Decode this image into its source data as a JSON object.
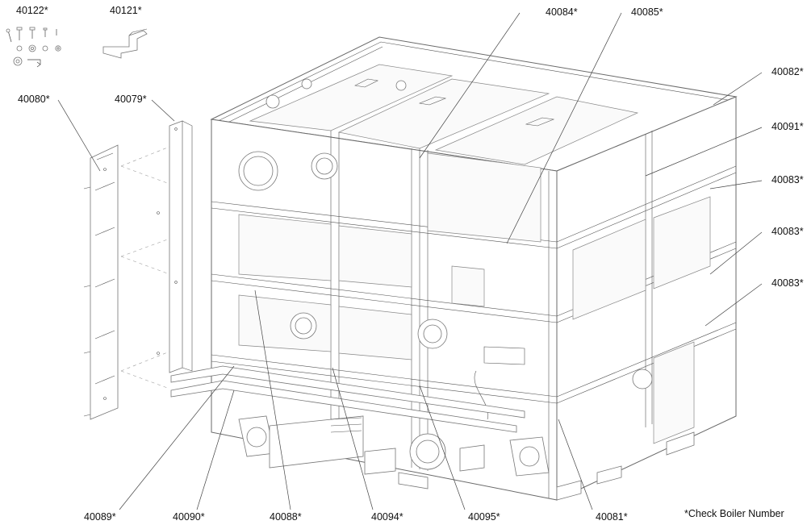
{
  "labels": {
    "p40122": "40122*",
    "p40121": "40121*",
    "p40084": "40084*",
    "p40085": "40085*",
    "p40082": "40082*",
    "p40080": "40080*",
    "p40079": "40079*",
    "p40091": "40091*",
    "p40083a": "40083*",
    "p40083b": "40083*",
    "p40083c": "40083*",
    "p40089": "40089*",
    "p40090": "40090*",
    "p40088": "40088*",
    "p40094": "40094*",
    "p40095": "40095*",
    "p40081": "40081*"
  },
  "note": "*Check Boiler Number"
}
